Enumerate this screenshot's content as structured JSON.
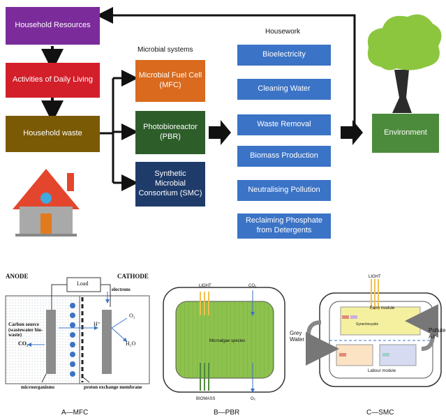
{
  "colors": {
    "household_resources": "#7b2c9a",
    "activities": "#d31f2a",
    "household_waste": "#7b5a06",
    "mfc": "#d96a1e",
    "pbr": "#2d5e2a",
    "smc": "#1f3b6a",
    "housework": "#3b73c6",
    "environment": "#4d8b3c",
    "tree_canopy": "#8cc63f",
    "tree_trunk": "#2b2b2b"
  },
  "top": {
    "household_resources": "Household Resources",
    "activities": "Activities of Daily Living",
    "household_waste": "Household waste",
    "microbial_title": "Microbial systems",
    "mfc": "Microbial Fuel Cell (MFC)",
    "pbr": "Photobioreactor (PBR)",
    "smc": "Synthetic Microbial Consortium (SMC)",
    "housework_title": "Housework",
    "housework_items": [
      "Bioelectricity",
      "Cleaning Water",
      "Waste Removal",
      "Biomass Production",
      "Neutralising Pollution",
      "Reclaiming Phosphate from Detergents"
    ],
    "environment": "Environment"
  },
  "mfc_panel": {
    "anode": "ANODE",
    "cathode": "CATHODE",
    "load": "Load",
    "electrons": "electrons",
    "carbon_source": "Carbon source (wastewater bio-waste)",
    "co2": "CO₂",
    "h_plus": "H⁺",
    "o2": "O₂",
    "h2o": "H₂O",
    "microorganisms": "microorganisms",
    "membrane": "proton exchange membrane",
    "caption": "A—MFC"
  },
  "pbr_panel": {
    "light": "LIGHT",
    "co2": "CO₂",
    "microalgae": "Microalgae species",
    "biomass": "BIOMASS",
    "o2": "O₂",
    "caption": "B—PBR"
  },
  "smc_panel": {
    "light": "LIGHT",
    "grey_water": "Grey Water",
    "pollute_air": "Pollute Air",
    "farm_module": "Farm module",
    "synechocystis": "Synechocystis",
    "labour_module": "Labour module",
    "caption": "C—SMC"
  }
}
